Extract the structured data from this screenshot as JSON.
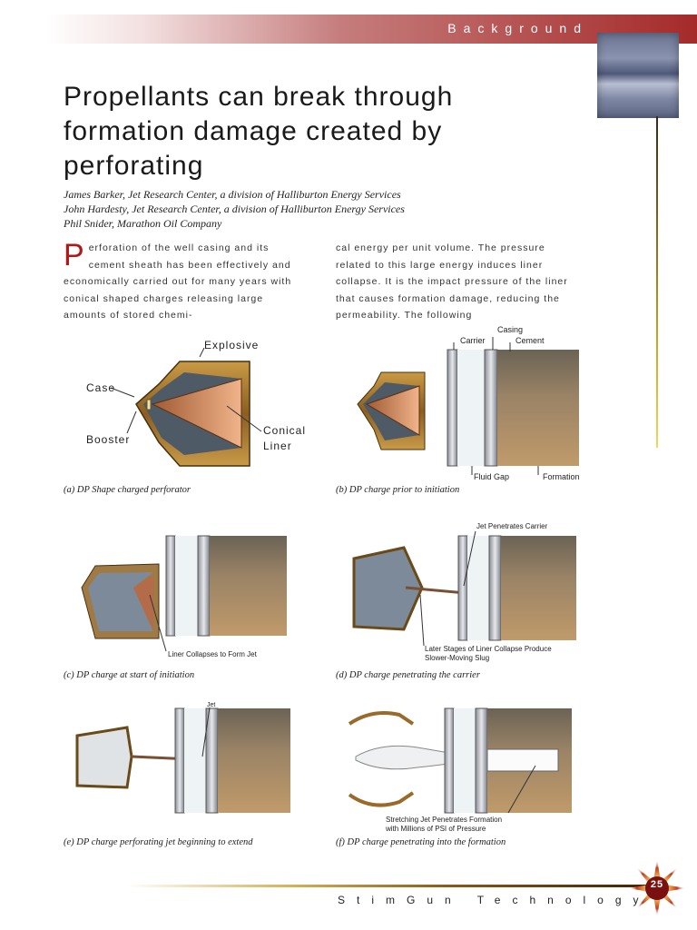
{
  "header": {
    "section": "Background"
  },
  "article": {
    "title": "Propellants can break through formation damage created by perforating",
    "authors": [
      "James Barker, Jet Research Center, a division of Halliburton Energy Services",
      "John Hardesty, Jet Research Center, a division of Halliburton Energy Services",
      "Phil Snider, Marathon Oil Company"
    ],
    "dropcap": "P",
    "col1": "erforation of the well casing and its cement sheath has been effectively and economically carried out for many years with conical shaped charges releasing large amounts of stored chemi-",
    "col2": "cal energy per unit volume. The pressure related to this large energy induces liner collapse. It is the impact pressure of the liner that causes formation damage, reducing the permeability. The following"
  },
  "figures": {
    "a": {
      "caption": "(a) DP Shape charged perforator",
      "explosive": "Explosive",
      "case": "Case",
      "booster": "Booster",
      "conical": "Conical",
      "liner": "Liner"
    },
    "b": {
      "caption": "(b) DP charge prior to initiation",
      "carrier": "Carrier",
      "casing": "Casing",
      "cement": "Cement",
      "fluid_gap": "Fluid Gap",
      "formation": "Formation"
    },
    "c": {
      "caption": "(c) DP charge at start of initiation",
      "note": "Liner Collapses to Form Jet"
    },
    "d": {
      "caption": "(d) DP charge penetrating the carrier",
      "note_top": "Jet Penetrates Carrier",
      "note_bottom_1": "Later Stages of Liner Collapse Produce",
      "note_bottom_2": "Slower-Moving Slug"
    },
    "e": {
      "caption": "(e) DP charge perforating jet beginning to extend",
      "note": "Jet"
    },
    "f": {
      "caption": "(f) DP charge penetrating into the formation",
      "note_1": "Stretching Jet Penetrates Formation",
      "note_2": "with Millions of PSI of Pressure"
    }
  },
  "footer": {
    "text": "StimGun Technology",
    "page": "25"
  },
  "colors": {
    "accent": "#a52a2a",
    "dropcap": "#b01818"
  }
}
